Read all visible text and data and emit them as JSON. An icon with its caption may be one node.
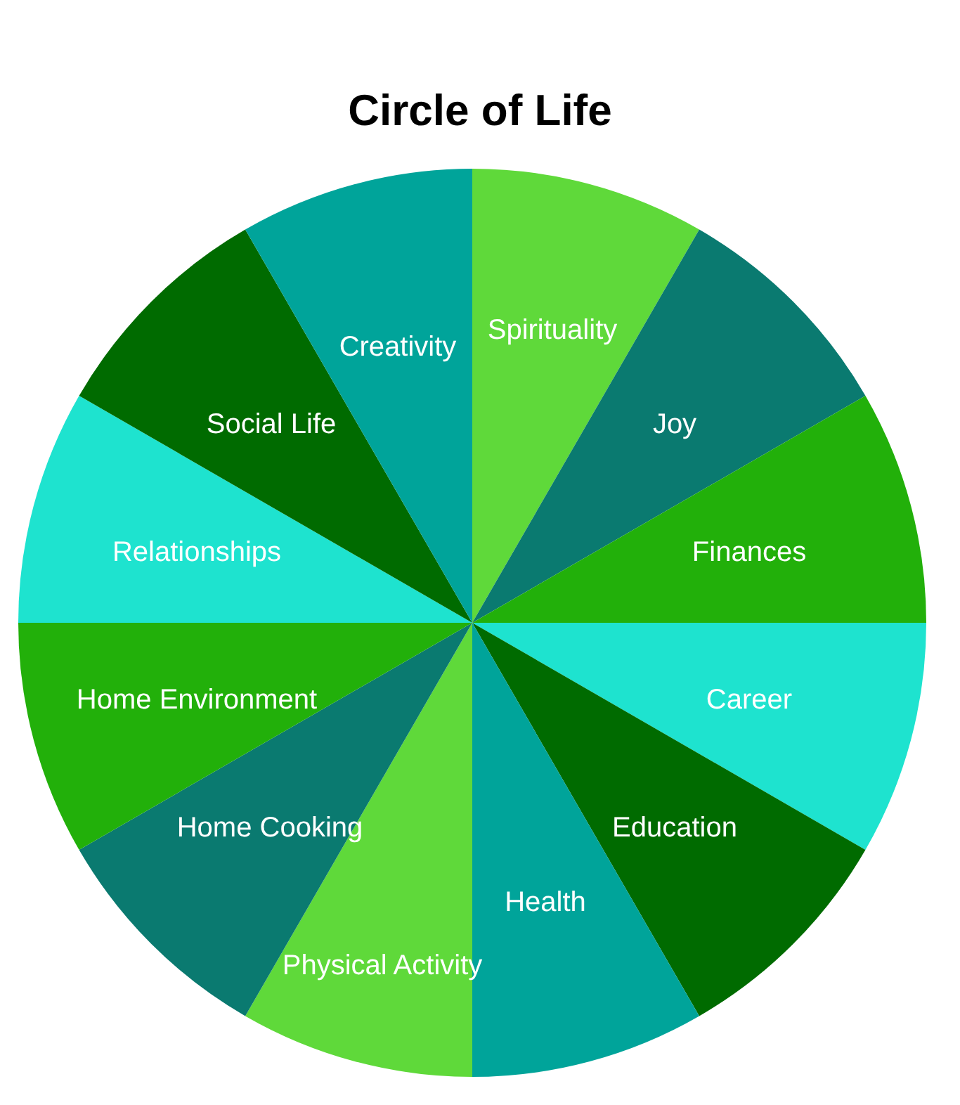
{
  "diagram": {
    "title": "Circle of Life",
    "nodes": [
      {
        "text": [
          "Spirituality"
        ]
      },
      {
        "text": [
          "Joy"
        ]
      },
      {
        "text": [
          "Finances"
        ]
      },
      {
        "text": [
          "Career"
        ]
      },
      {
        "text": [
          "Education"
        ]
      },
      {
        "text": [
          "Health"
        ]
      },
      {
        "text": [
          "Physical Activity"
        ]
      },
      {
        "text": [
          "Home Cooking"
        ]
      },
      {
        "text": [
          "Home Environment"
        ]
      },
      {
        "text": [
          "Relationships"
        ]
      },
      {
        "text": [
          "Social Life"
        ]
      },
      {
        "text": [
          "Creativity"
        ]
      }
    ]
  }
}
